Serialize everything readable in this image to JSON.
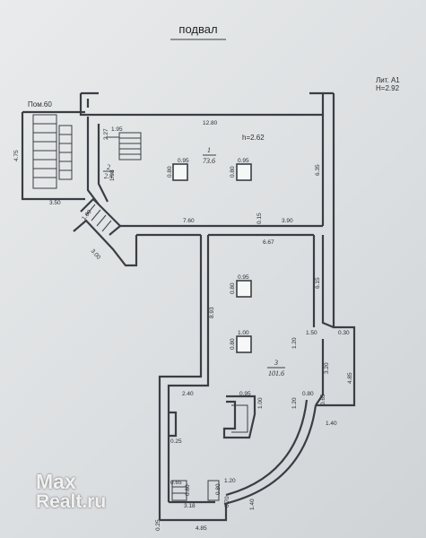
{
  "plan": {
    "title": "подвал",
    "litera": "Лит. А1",
    "height_label": "H=2.92",
    "neighbor_label": "Пом.60"
  },
  "rooms": [
    {
      "number": "1",
      "area": "73.6",
      "ceiling": "h=2.62"
    },
    {
      "number": "2",
      "area": "2.4"
    },
    {
      "number": "3",
      "area": "101.6"
    }
  ],
  "dimensions": {
    "d_12_80": "12.80",
    "d_1_95": "1.95",
    "d_2_27": "2.27",
    "d_1_98": "1.98",
    "d_4_75": "4.75",
    "d_3_50": "3.50",
    "d_1_00_diag": "1.00",
    "d_3_00": "3.00",
    "d_7_60": "7.60",
    "d_0_15": "0.15",
    "d_3_90": "3.90",
    "d_6_67": "6.67",
    "d_6_35": "6.35",
    "d_6_15": "6.15",
    "d_8_93": "8.93",
    "d_1_50": "1.50",
    "d_0_30": "0.30",
    "d_1_20_a": "1.20",
    "d_3_20": "3.20",
    "d_4_85_r": "4.85",
    "d_0_80_a": "0.80",
    "d_0_65_a": "0.65",
    "d_1_20_b": "1.20",
    "d_1_40_a": "1.40",
    "d_2_40": "2.40",
    "d_0_95_p": "0.95",
    "d_1_00_p": "1.00",
    "d_0_25_a": "0.25",
    "d_0_65_b": "0.65",
    "d_0_80_b": "0.80",
    "d_0_80_c": "0.80",
    "d_1_20_c": "1.20",
    "d_0_70": "0.70",
    "d_3_18": "3.18",
    "d_1_40_b": "1.40",
    "d_0_25_b": "0.25",
    "d_4_85_b": "4.85"
  },
  "pillars": [
    {
      "w": "0.95",
      "h": "0.80"
    },
    {
      "w": "0.95",
      "h": "0.80"
    },
    {
      "w": "0.95",
      "h": "0.80"
    },
    {
      "w": "1.00",
      "h": "0.80"
    }
  ],
  "watermark": {
    "line1": "Max",
    "line2": "Realt.ru"
  }
}
